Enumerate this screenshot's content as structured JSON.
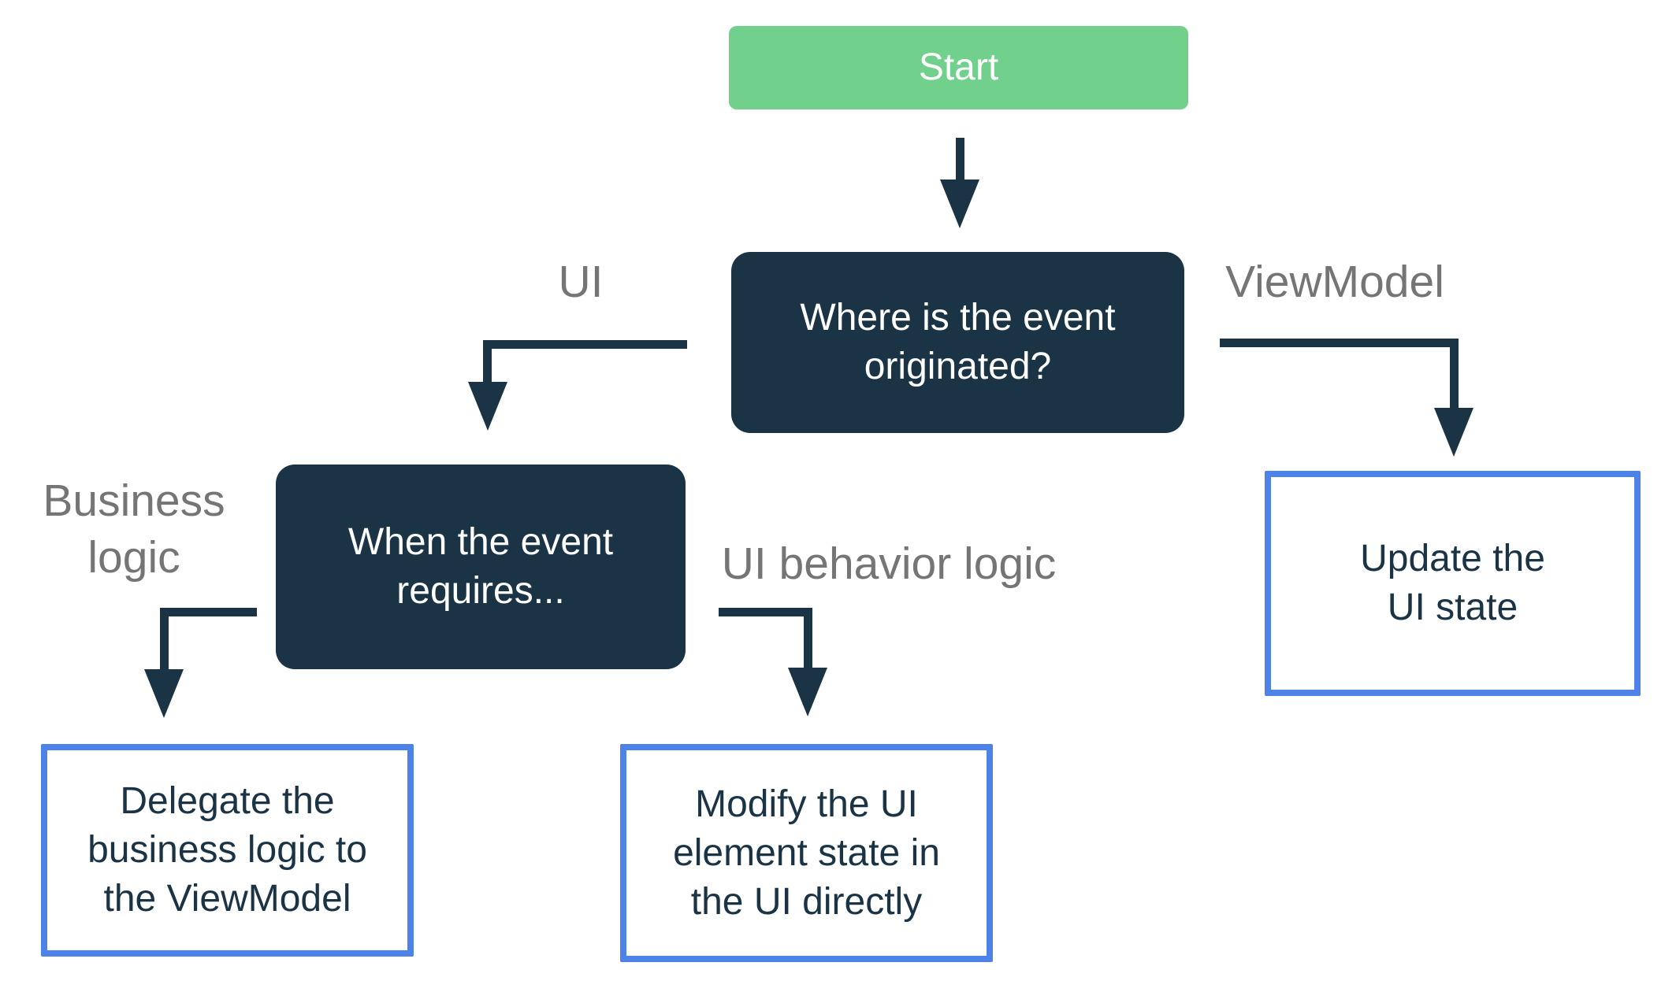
{
  "colors": {
    "green": "#70D08C",
    "navy": "#1A3345",
    "blue": "#4D82E8",
    "gray": "#757575",
    "white-text": "#FFFFFF",
    "page-bg": "#FFFFFF"
  },
  "diagram": {
    "type": "flowchart",
    "nodes": {
      "start": {
        "label": "Start",
        "style": "green-rounded"
      },
      "q_origin": {
        "label": "Where is the event\noriginated?",
        "style": "navy-rounded"
      },
      "q_requires": {
        "label": "When the event\nrequires...",
        "style": "navy-rounded"
      },
      "delegate": {
        "label": "Delegate the\nbusiness logic to\nthe ViewModel",
        "style": "blue-outline"
      },
      "modify": {
        "label": "Modify the UI\nelement state in\nthe UI directly",
        "style": "blue-outline"
      },
      "update": {
        "label": "Update the\nUI state",
        "style": "blue-outline"
      }
    },
    "edges": {
      "start_to_origin": {
        "from": "start",
        "to": "q_origin",
        "label": ""
      },
      "origin_to_requires": {
        "from": "q_origin",
        "to": "q_requires",
        "label": "UI"
      },
      "origin_to_update": {
        "from": "q_origin",
        "to": "update",
        "label": "ViewModel"
      },
      "requires_to_delegate": {
        "from": "q_requires",
        "to": "delegate",
        "label": "Business\nlogic"
      },
      "requires_to_modify": {
        "from": "q_requires",
        "to": "modify",
        "label": "UI behavior logic"
      }
    }
  }
}
